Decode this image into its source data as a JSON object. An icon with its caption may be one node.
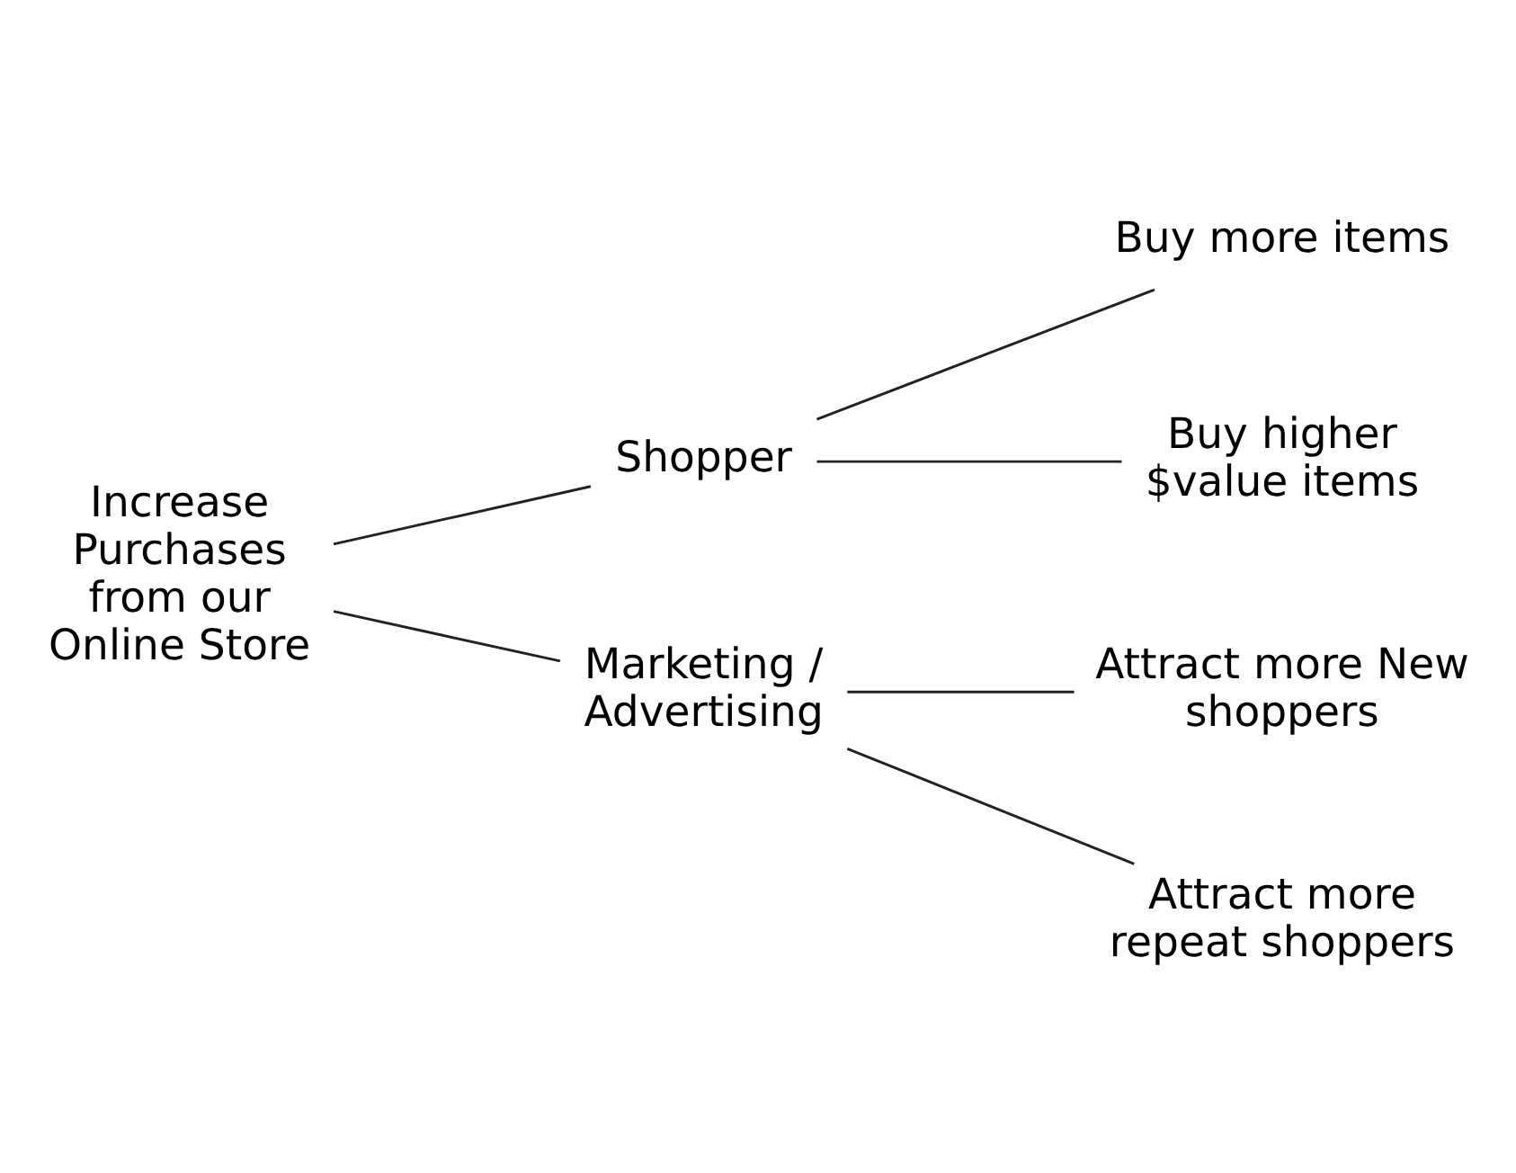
{
  "diagram": {
    "nodes": [
      {
        "text": [
          "Increase Purchases from our Online Store"
        ]
      },
      {
        "text": [
          "Shopper"
        ]
      },
      {
        "text": [
          "Buy more items"
        ]
      },
      {
        "text": [
          "Buy higher $value items"
        ]
      },
      {
        "text": [
          "Marketing / Advertising"
        ]
      },
      {
        "text": [
          "Attract more New shoppers"
        ]
      },
      {
        "text": [
          "Attract more repeat shoppers"
        ]
      }
    ],
    "edges": [
      {
        "from": 0,
        "to": 1,
        "arrow": "none"
      },
      {
        "from": 0,
        "to": 4,
        "arrow": "none"
      },
      {
        "from": 1,
        "to": 2,
        "arrow": "none"
      },
      {
        "from": 1,
        "to": 3,
        "arrow": "none"
      },
      {
        "from": 4,
        "to": 5,
        "arrow": "none"
      },
      {
        "from": 4,
        "to": 6,
        "arrow": "none"
      }
    ]
  }
}
